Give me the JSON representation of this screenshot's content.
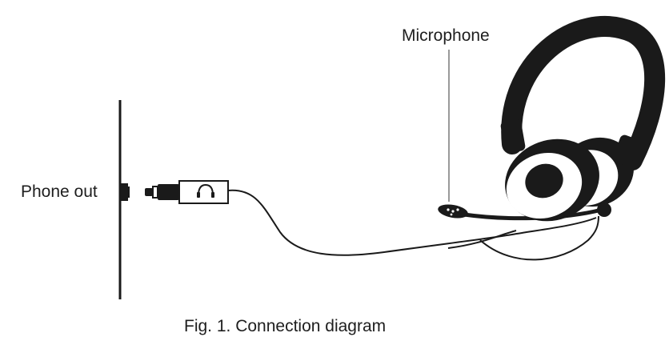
{
  "labels": {
    "microphone": "Microphone",
    "phone_out": "Phone out",
    "caption": "Fig. 1. Connection diagram"
  },
  "colors": {
    "ink": "#1a1a1a",
    "pointer_line": "#9a9a9a",
    "cushion_fill": "#ffffff"
  },
  "icons": {
    "adapter_symbol": "headphones-icon"
  }
}
